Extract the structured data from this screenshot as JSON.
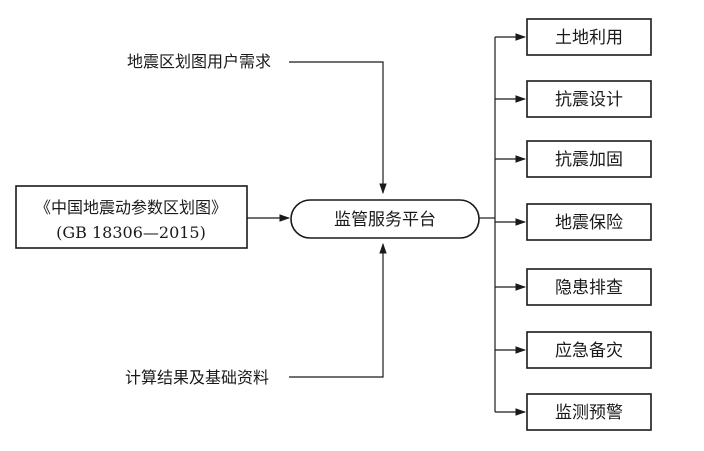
{
  "diagram": {
    "sources": {
      "top": "地震区划图用户需求",
      "bottom": "计算结果及基础资料"
    },
    "standard": {
      "title": "《中国地震动参数区划图》",
      "code": "(GB 18306—2015)"
    },
    "platform": "监管服务平台",
    "applications": [
      "土地利用",
      "抗震设计",
      "抗震加固",
      "地震保险",
      "隐患排查",
      "应急备灾",
      "监测预警"
    ]
  }
}
